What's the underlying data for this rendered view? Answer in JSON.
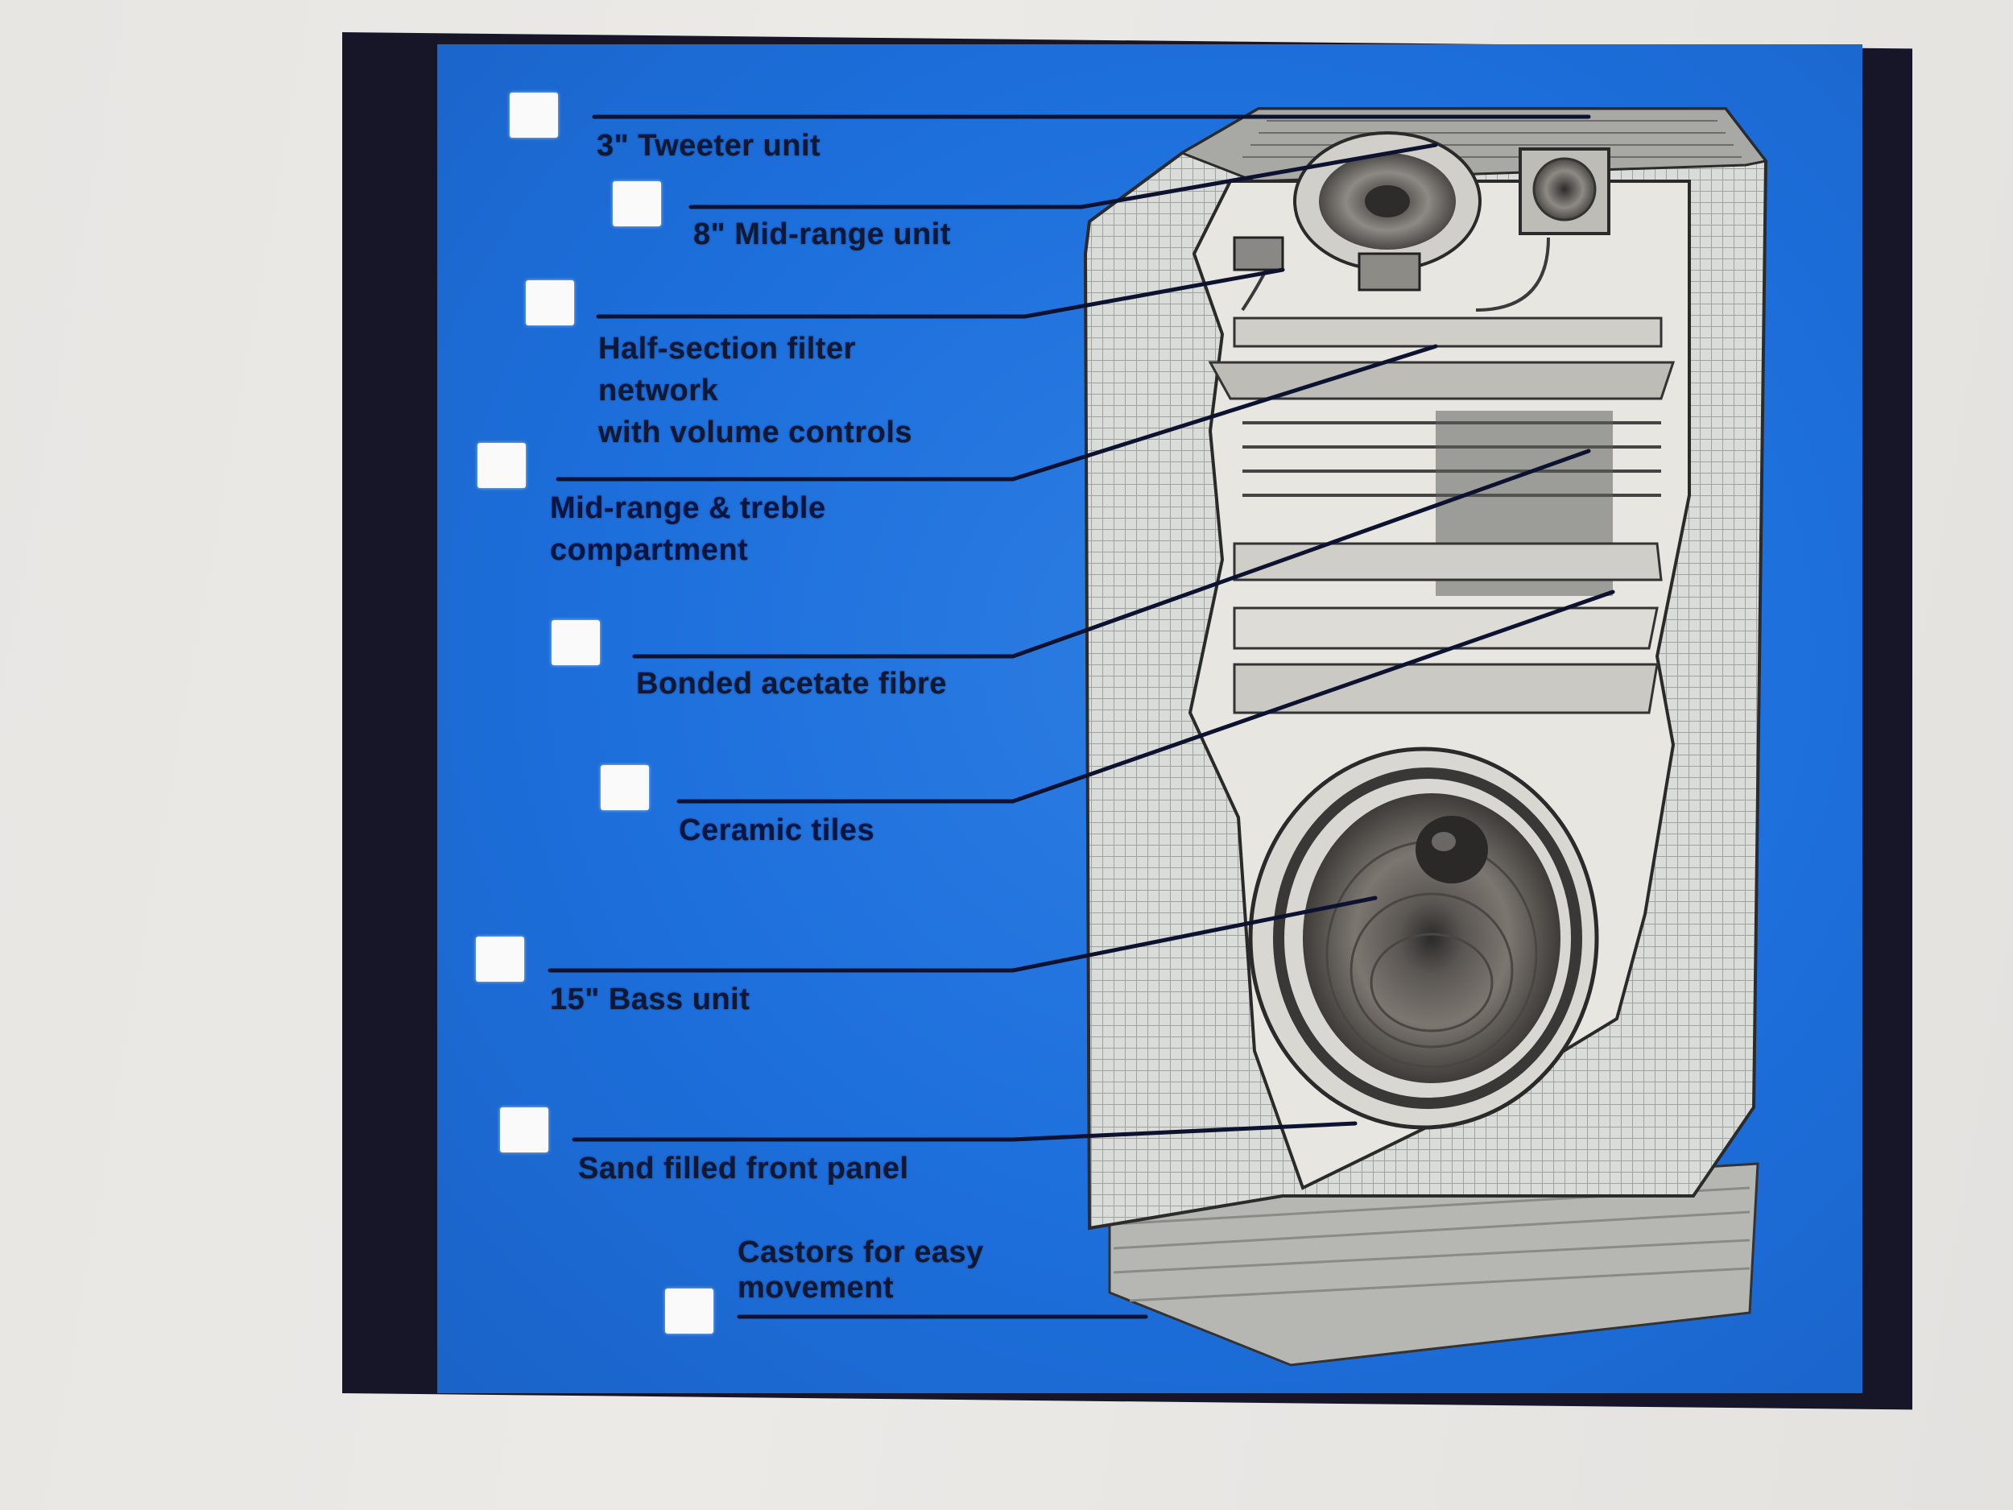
{
  "diagram": {
    "labels": [
      {
        "id": "tweeter",
        "text": "3\" Tweeter unit"
      },
      {
        "id": "midrange-unit",
        "text": "8\" Mid-range unit"
      },
      {
        "id": "filter",
        "text": "Half-section filter\n    network\nwith volume controls"
      },
      {
        "id": "compartment",
        "text": "Mid-range & treble\ncompartment"
      },
      {
        "id": "fibre",
        "text": "Bonded acetate fibre"
      },
      {
        "id": "tiles",
        "text": "Ceramic tiles"
      },
      {
        "id": "bass",
        "text": "15\" Bass unit"
      },
      {
        "id": "front-panel",
        "text": "Sand filled front panel"
      },
      {
        "id": "castors",
        "text": "Castors for easy\nmovement"
      }
    ]
  },
  "colors": {
    "slide_blue": "#1d6fdc",
    "label_text": "#0b1640",
    "leader_line": "#0d1230",
    "checkbox": "#fafafa"
  }
}
